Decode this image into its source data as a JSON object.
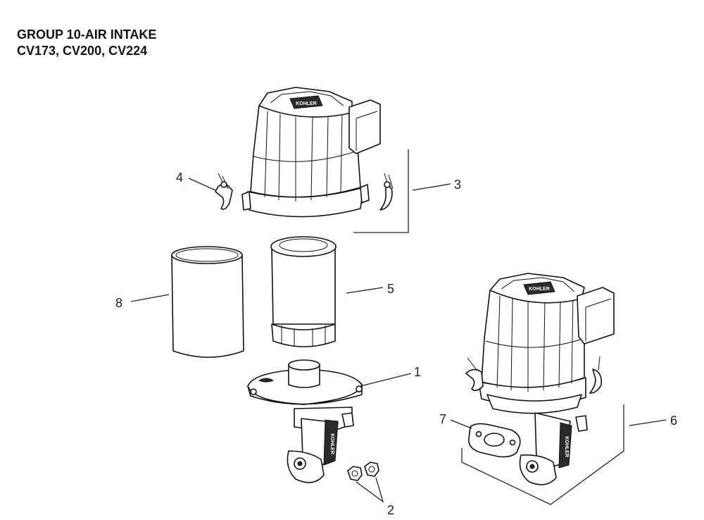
{
  "title": {
    "line1": "GROUP 10-AIR INTAKE",
    "line2": "CV173, CV200, CV224"
  },
  "callouts": {
    "c1": "1",
    "c2": "2",
    "c3": "3",
    "c4": "4",
    "c5": "5",
    "c6": "6",
    "c7": "7",
    "c8": "8"
  },
  "logo_text": "KOHLER"
}
